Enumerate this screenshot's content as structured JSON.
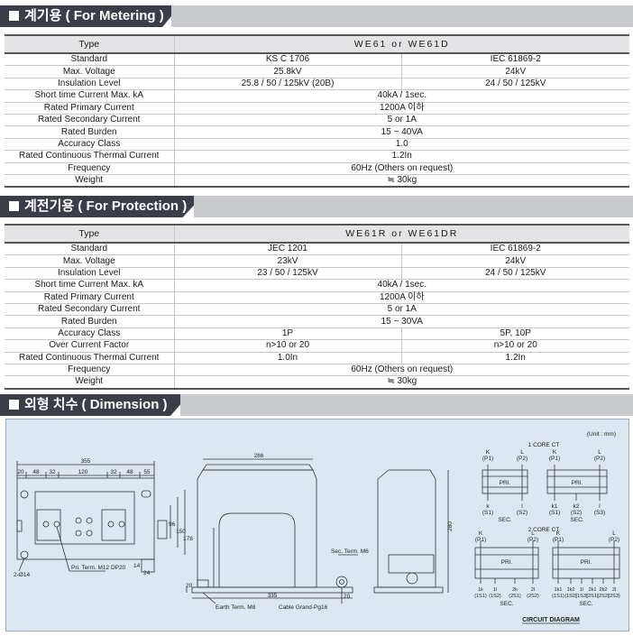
{
  "metering": {
    "title": "계기용 ( For Metering )",
    "type_label": "Type",
    "model": "WE61 or WE61D",
    "rows": [
      {
        "label": "Standard",
        "a": "KS C 1706",
        "b": "IEC 61869-2"
      },
      {
        "label": "Max. Voltage",
        "a": "25.8kV",
        "b": "24kV"
      },
      {
        "label": "Insulation Level",
        "a": "25.8 / 50 / 125kV (20B)",
        "b": "24 / 50 / 125kV"
      },
      {
        "label": "Short time Current Max. kA",
        "v": "40kA / 1sec."
      },
      {
        "label": "Rated Primary Current",
        "v": "1200A 이하"
      },
      {
        "label": "Rated Secondary Current",
        "v": "5 or 1A"
      },
      {
        "label": "Rated Burden",
        "v": "15 ~ 40VA"
      },
      {
        "label": "Accuracy Class",
        "v": "1.0"
      },
      {
        "label": "Rated Continuous Thermal Current",
        "v": "1.2In"
      },
      {
        "label": "Frequency",
        "v": "60Hz (Others on request)"
      },
      {
        "label": "Weight",
        "v": "≒ 30kg"
      }
    ]
  },
  "protection": {
    "title": "계전기용 ( For Protection )",
    "type_label": "Type",
    "model": "WE61R or WE61DR",
    "rows": [
      {
        "label": "Standard",
        "a": "JEC 1201",
        "b": "IEC 61869-2"
      },
      {
        "label": "Max. Voltage",
        "a": "23kV",
        "b": "24kV"
      },
      {
        "label": "Insulation Level",
        "a": "23 / 50 / 125kV",
        "b": "24 / 50 / 125kV"
      },
      {
        "label": "Short time Current Max. kA",
        "v": "40kA / 1sec."
      },
      {
        "label": "Rated Primary Current",
        "v": "1200A 이하"
      },
      {
        "label": "Rated Secondary Current",
        "v": "5 or 1A"
      },
      {
        "label": "Rated Burden",
        "v": "15 ~ 30VA"
      },
      {
        "label": "Accuracy Class",
        "a": "1P",
        "b": "5P, 10P"
      },
      {
        "label": "Over Current Factor",
        "a": "n>10 or 20",
        "b": "n>10 or 20"
      },
      {
        "label": "Rated Continuous Thermal Current",
        "a": "1.0In",
        "b": "1.2In"
      },
      {
        "label": "Frequency",
        "v": "60Hz (Others on request)"
      },
      {
        "label": "Weight",
        "v": "≒ 30kg"
      }
    ]
  },
  "dimension": {
    "title": "외형 치수 ( Dimension )",
    "unit": "(Unit : mm)",
    "top_view": {
      "overall": "355",
      "segments": [
        "20",
        "48",
        "32",
        "120",
        "32",
        "48",
        "55"
      ],
      "side_dims": [
        "96",
        "150",
        "178"
      ],
      "holes": "2-Ø14",
      "dim_14": "14",
      "dim_24": "24",
      "pri_term": "Pri. Term. M12 DP20"
    },
    "front_view": {
      "width_top": "286",
      "width_bottom": "335",
      "dim_20a": "20",
      "dim_20b": "20",
      "sec_term": "Sec. Term. M6",
      "earth_term": "Earth Term. M8",
      "cable_grand": "Cable Grand-Pg16"
    },
    "side_view": {
      "height": "280"
    },
    "circuit": {
      "one_core": "1 CORE CT",
      "two_core": "2 CORE CT",
      "title": "CIRCUIT DIAGRAM",
      "pri": "PRI.",
      "sec": "SEC.",
      "d1": {
        "K": "K",
        "P1": "(P1)",
        "L": "L",
        "P2": "(P2)",
        "k": "k",
        "S1": "(S1)",
        "l": "l",
        "S2": "(S2)"
      },
      "d2": {
        "k1": "k1",
        "k2": "k2",
        "l": "l",
        "S1": "(S1)",
        "S2": "(S2)",
        "S3": "(S3)"
      },
      "d3": {
        "labels": [
          "1k",
          "1l",
          "2k",
          "2l"
        ],
        "subs": [
          "(1S1)",
          "(1S2)",
          "(2S1)",
          "(2S2)"
        ]
      },
      "d4": {
        "labels": [
          "1k1",
          "1k2",
          "1l",
          "2k1",
          "2k2",
          "2l"
        ],
        "subs": [
          "(1S1)",
          "(1S2)",
          "(1S3)",
          "(2S1)",
          "(2S2)",
          "(2S3)"
        ]
      }
    }
  },
  "colors": {
    "header_dark": "#3b3d48",
    "header_light": "#c9cacd",
    "table_head": "#e4e4e6",
    "drawing_bg": "#dde7f1"
  }
}
